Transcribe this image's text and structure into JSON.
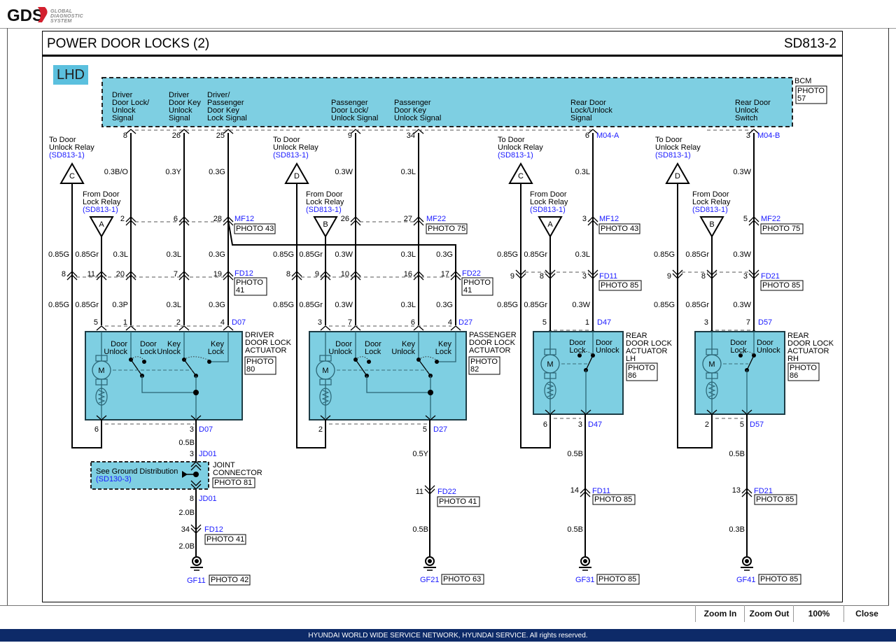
{
  "app": {
    "logo_text": "GDS",
    "logo_sub": [
      "GLOBAL",
      "DIAGNOSTIC",
      "SYSTEM"
    ]
  },
  "sheet": {
    "title": "POWER DOOR LOCKS (2)",
    "code": "SD813-2",
    "region_badge": "LHD"
  },
  "bcm": {
    "name": "BCM",
    "photo": [
      "PHOTO",
      "57"
    ],
    "signals": [
      {
        "label": [
          "Driver",
          "Door Lock/",
          "Unlock",
          "Signal"
        ],
        "pin": "8"
      },
      {
        "label": [
          "Driver",
          "Door Key",
          "Unlock",
          "Signal"
        ],
        "pin": "26"
      },
      {
        "label": [
          "Driver/",
          "Passenger",
          "Door Key",
          "Lock Signal"
        ],
        "pin": "25"
      },
      {
        "label": [
          "Passenger",
          "Door Lock/",
          "Unlock Signal"
        ],
        "pin": "9"
      },
      {
        "label": [
          "Passenger",
          "Door Key",
          "Unlock Signal"
        ],
        "pin": "34"
      },
      {
        "label": [
          "Rear Door",
          "Lock/Unlock",
          "Signal"
        ],
        "pin": "6",
        "connector": "M04-A"
      },
      {
        "label": [
          "Rear Door",
          "Unlock",
          "Switch"
        ],
        "pin": "3",
        "connector": "M04-B"
      }
    ]
  },
  "relay_refs": {
    "to_unlock": [
      "To Door",
      "Unlock Relay"
    ],
    "from_lock": [
      "From Door",
      "Lock Relay"
    ],
    "ref": "(SD813-1)",
    "markers": [
      "C",
      "A",
      "D",
      "B",
      "C",
      "A",
      "D",
      "B"
    ]
  },
  "wires": {
    "driver": {
      "top": [
        "0.3B/O",
        "0.3Y",
        "0.3G"
      ],
      "mf_pins": [
        "2",
        "6",
        "28"
      ],
      "mf_conn": "MF12",
      "mf_photo": "PHOTO 43",
      "mid": [
        "0.85G",
        "0.85Gr",
        "0.3L",
        "0.3L",
        "0.3G"
      ],
      "fd_pins": [
        "8",
        "11",
        "20",
        "7",
        "19"
      ],
      "fd_conn": "FD12",
      "fd_photo": [
        "PHOTO",
        "41"
      ],
      "low": [
        "0.85G",
        "0.85Gr",
        "0.3P",
        "0.3L",
        "0.3G"
      ],
      "d_pins": [
        "5",
        "1",
        "2",
        "4"
      ],
      "d_conn": "D07",
      "bottom_pins": [
        "6",
        "3"
      ],
      "bottom_conn": "D07",
      "ground_wire1": "0.5B",
      "jd_top_pin": "3",
      "jd_conn": "JD01",
      "jd_bottom_pin": "8",
      "ground_wire2": "2.0B",
      "fd2_pin": "34",
      "fd2_conn": "FD12",
      "fd2_photo": "PHOTO 41",
      "ground_wire3": "2.0B",
      "ground": "GF11",
      "ground_photo": "PHOTO 42"
    },
    "passenger": {
      "top": [
        "0.3W",
        "0.3L"
      ],
      "mf_pins": [
        "26",
        "27"
      ],
      "mf_conn": "MF22",
      "mf_photo": "PHOTO 75",
      "mid": [
        "0.85G",
        "0.85Gr",
        "0.3W",
        "0.3L",
        "0.3G"
      ],
      "fd_pins": [
        "8",
        "9",
        "10",
        "16",
        "17"
      ],
      "fd_conn": "FD22",
      "fd_photo": [
        "PHOTO",
        "41"
      ],
      "low": [
        "0.85G",
        "0.85Gr",
        "0.3W",
        "0.3L",
        "0.3G"
      ],
      "d_pins": [
        "3",
        "7",
        "6",
        "4"
      ],
      "d_conn": "D27",
      "bottom_pins": [
        "2",
        "5"
      ],
      "bottom_conn": "D27",
      "ground_wire1": "0.5Y",
      "fd2_pin": "11",
      "fd2_conn": "FD22",
      "fd2_photo": "PHOTO 41",
      "ground_wire2": "0.5B",
      "ground": "GF21",
      "ground_photo": "PHOTO 63"
    },
    "rear_lh": {
      "top": "0.3L",
      "mf_pin": "3",
      "mf_conn": "MF12",
      "mf_photo": "PHOTO 43",
      "mid": [
        "0.85G",
        "0.85Gr",
        "0.3L"
      ],
      "fd_pins": [
        "9",
        "8",
        "3"
      ],
      "fd_conn": "FD11",
      "fd_photo": "PHOTO 85",
      "low": [
        "0.85G",
        "0.85Gr",
        "0.3W"
      ],
      "d_pins": [
        "5",
        "1"
      ],
      "d_conn": "D47",
      "bottom_pins": [
        "6",
        "3"
      ],
      "bottom_conn": "D47",
      "ground_wire1": "0.5B",
      "fd2_pin": "14",
      "fd2_conn": "FD11",
      "fd2_photo": "PHOTO 85",
      "ground_wire2": "0.5B",
      "ground": "GF31",
      "ground_photo": "PHOTO 85"
    },
    "rear_rh": {
      "top": "0.3W",
      "mf_pin": "5",
      "mf_conn": "MF22",
      "mf_photo": "PHOTO 75",
      "mid": [
        "0.85G",
        "0.85Gr",
        "0.3W"
      ],
      "fd_pins": [
        "9",
        "8",
        "3"
      ],
      "fd_conn": "FD21",
      "fd_photo": "PHOTO 85",
      "low": [
        "0.85G",
        "0.85Gr",
        "0.3W"
      ],
      "d_pins": [
        "3",
        "7"
      ],
      "d_conn": "D57",
      "bottom_pins": [
        "2",
        "5"
      ],
      "bottom_conn": "D57",
      "ground_wire1": "0.5B",
      "fd2_pin": "13",
      "fd2_conn": "FD21",
      "fd2_photo": "PHOTO 85",
      "ground_wire2": "0.3B",
      "ground": "GF41",
      "ground_photo": "PHOTO 85"
    }
  },
  "actuators": {
    "driver": {
      "name": [
        "DRIVER",
        "DOOR LOCK",
        "ACTUATOR"
      ],
      "photo": [
        "PHOTO",
        "80"
      ],
      "switches": [
        "Door",
        "Unlock",
        "Door",
        "Lock",
        "Key",
        "Unlock",
        "Key",
        "Lock"
      ]
    },
    "passenger": {
      "name": [
        "PASSENGER",
        "DOOR LOCK",
        "ACTUATOR"
      ],
      "photo": [
        "PHOTO",
        "82"
      ],
      "switches": [
        "Door",
        "Unlock",
        "Door",
        "Lock",
        "Key",
        "Unlock",
        "Key",
        "Lock"
      ]
    },
    "rear_lh": {
      "name": [
        "REAR",
        "DOOR LOCK",
        "ACTUATOR",
        "LH"
      ],
      "photo": [
        "PHOTO",
        "86"
      ],
      "switches": [
        "Door",
        "Lock",
        "Door",
        "Unlock"
      ]
    },
    "rear_rh": {
      "name": [
        "REAR",
        "DOOR LOCK",
        "ACTUATOR",
        "RH"
      ],
      "photo": [
        "PHOTO",
        "86"
      ],
      "switches": [
        "Door",
        "Lock",
        "Door",
        "Unlock"
      ]
    },
    "motor_label": "M"
  },
  "joint": {
    "note": "See Ground Distribution",
    "ref": "(SD130-3)",
    "name": [
      "JOINT",
      "CONNECTOR"
    ],
    "photo": "PHOTO 81"
  },
  "toolbar": {
    "zoom_in": "Zoom In",
    "zoom_out": "Zoom Out",
    "zoom_level": "100%",
    "close": "Close"
  },
  "footer": {
    "text": "HYUNDAI WORLD WIDE SERVICE NETWORK, HYUNDAI SERVICE. All rights reserved."
  },
  "colors": {
    "component_fill": "#7ecfe2",
    "link_blue": "#1a1aff",
    "footer_bg": "#0d2a68"
  }
}
